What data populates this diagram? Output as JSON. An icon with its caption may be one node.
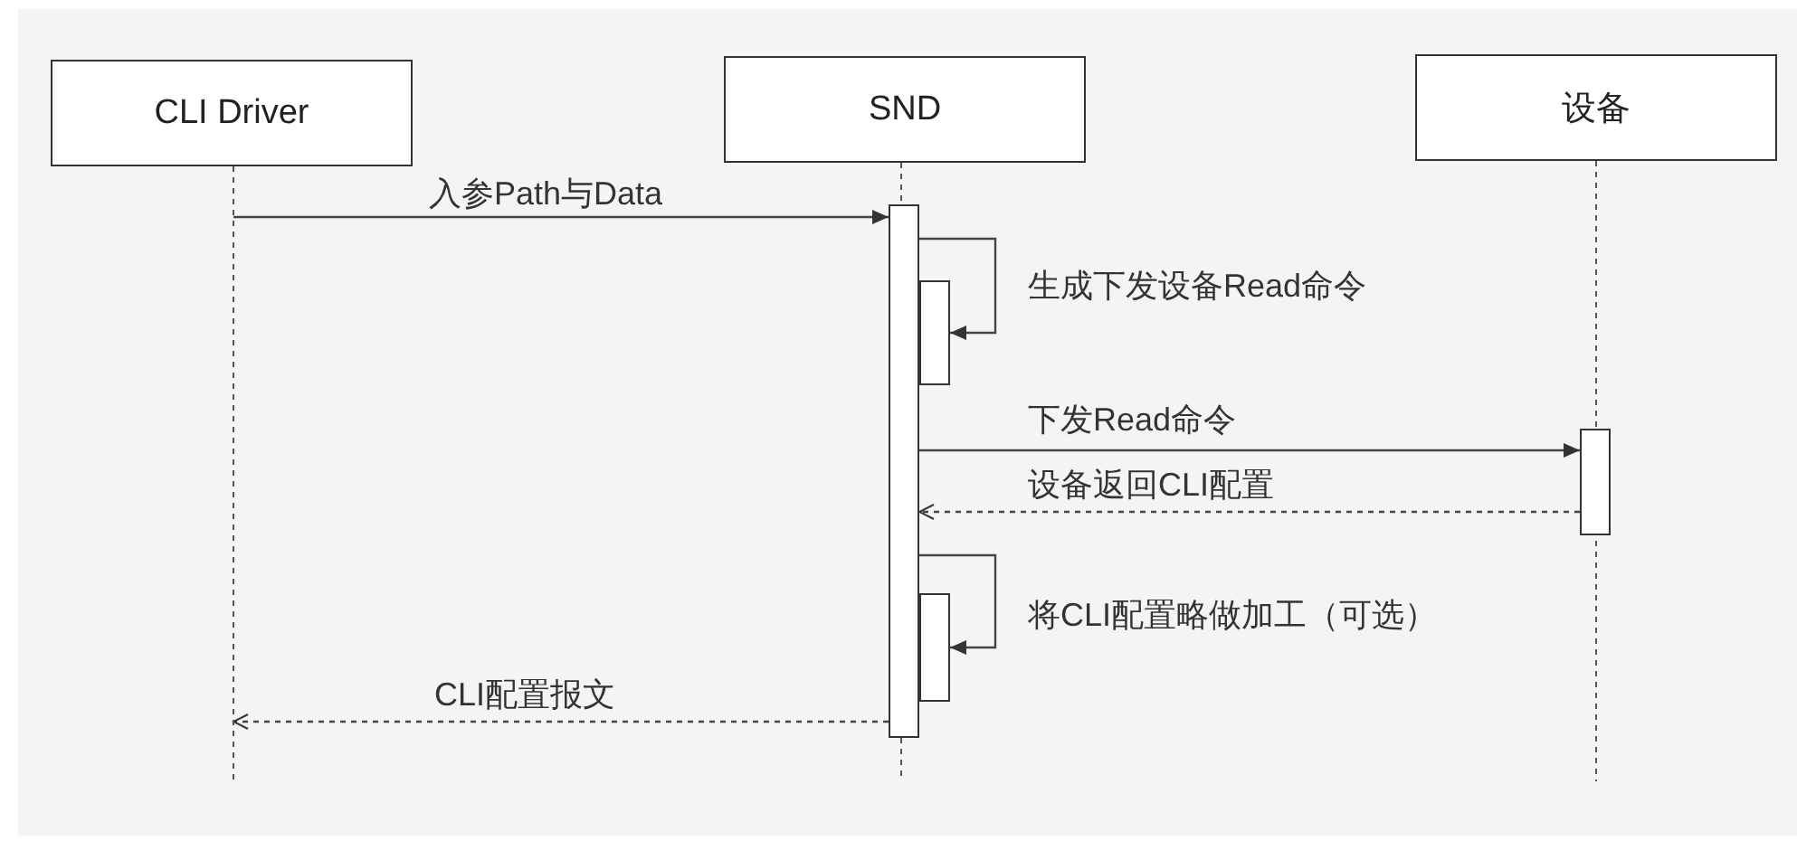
{
  "diagram": {
    "nodes": [
      {
        "text": [
          "CLI Driver"
        ]
      },
      {
        "text": [
          "SND"
        ]
      },
      {
        "text": [
          "设备"
        ]
      },
      {
        "text": [],
        "shape": "bar",
        "in": 1
      },
      {
        "text": [],
        "shape": "bar",
        "in": 1
      },
      {
        "text": [],
        "shape": "bar",
        "in": 2
      },
      {
        "text": [],
        "shape": "bar",
        "in": 1
      }
    ],
    "edges": [
      {
        "from": 0,
        "to": 3,
        "arrow": "to",
        "label": "入参Path与Data"
      },
      {
        "from": 3,
        "to": 4,
        "arrow": "to",
        "label": "生成下发设备Read命令"
      },
      {
        "from": 3,
        "to": 5,
        "arrow": "to",
        "label": "下发Read命令"
      },
      {
        "from": 5,
        "to": 3,
        "arrow": "to",
        "label": "设备返回CLI配置",
        "style": "dashed"
      },
      {
        "from": 3,
        "to": 6,
        "arrow": "to",
        "label": "将CLI配置略做加工（可选）"
      },
      {
        "from": 3,
        "to": 0,
        "arrow": "to",
        "label": "CLI配置报文",
        "style": "dashed"
      }
    ]
  }
}
